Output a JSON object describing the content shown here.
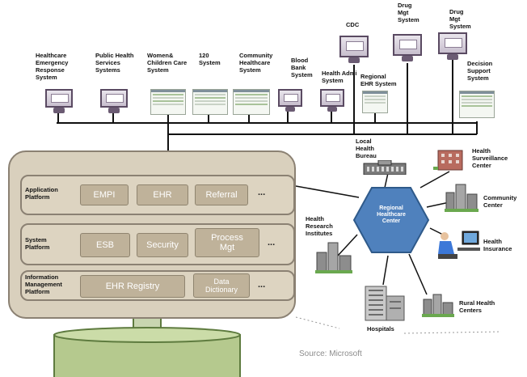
{
  "title_fragment": "",
  "top_systems": [
    {
      "id": "her",
      "label": "Healthcare\nEmergency\nResponse\nSystem"
    },
    {
      "id": "phs",
      "label": "Public Health\nServices\nSystems"
    },
    {
      "id": "wcc",
      "label": "Women&\nChildren Care\nSystem"
    },
    {
      "id": "s120",
      "label": "120\nSystem"
    },
    {
      "id": "chs",
      "label": "Community\nHealthcare\nSystem"
    },
    {
      "id": "bbs",
      "label": "Blood\nBank\nSystem"
    },
    {
      "id": "has",
      "label": "Health Admi\nSystem"
    },
    {
      "id": "cdc",
      "label": "CDC"
    },
    {
      "id": "rehr",
      "label": "Regional\nEHR System"
    },
    {
      "id": "dms1",
      "label": "Drug\nMgt\nSystem"
    },
    {
      "id": "dms2",
      "label": "Drug\nMgt\nSystem"
    },
    {
      "id": "dss",
      "label": "Decision\nSupport\nSystem"
    }
  ],
  "platforms": [
    {
      "id": "app",
      "name": "Application\nPlatform",
      "chips": [
        "EMPI",
        "EHR",
        "Referral"
      ],
      "more": "..."
    },
    {
      "id": "sys",
      "name": "System\nPlatform",
      "chips": [
        "ESB",
        "Security",
        "Process\nMgt"
      ],
      "more": "..."
    },
    {
      "id": "imp",
      "name": "Information\nManagement\nPlatform",
      "chips": [
        "EHR Registry",
        "Data\nDictionary"
      ],
      "more": "..."
    }
  ],
  "hub": {
    "label": "Regional\nHealthcare\nCenter"
  },
  "spokes": [
    {
      "id": "lhb",
      "label": "Local\nHealth\nBureau"
    },
    {
      "id": "hsc",
      "label": "Health\nSurveillance\nCenter"
    },
    {
      "id": "cc",
      "label": "Community\nCenter"
    },
    {
      "id": "hi",
      "label": "Health\nInsurance"
    },
    {
      "id": "rhc",
      "label": "Rural Health\nCenters"
    },
    {
      "id": "hosp",
      "label": "Hospitals"
    },
    {
      "id": "hri",
      "label": "Health\nResearch\nInstitutes"
    }
  ],
  "source": "Source:  Microsoft",
  "colors": {
    "platform_fill": "#d9d0bd",
    "platform_border": "#8b8173",
    "chip_fill": "#bfb29a",
    "hub_fill": "#4f81bd",
    "pedestal_fill": "#b5c98e",
    "pedestal_border": "#5e7b3f",
    "monitor_frame": "#5a4a62"
  }
}
